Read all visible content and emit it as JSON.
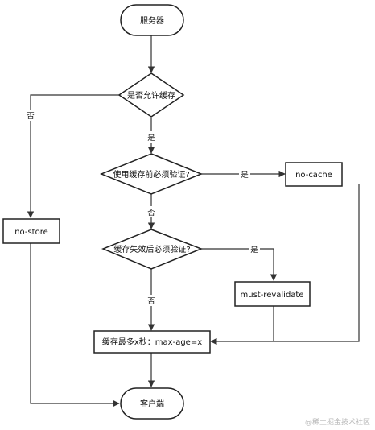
{
  "nodes": {
    "server": "服务器",
    "allow_cache": "是否允许缓存",
    "must_verify_before_use": "使用缓存前必须验证?",
    "must_verify_after_expire": "缓存失效后必须验证?",
    "no_store": "no-store",
    "no_cache": "no-cache",
    "must_revalidate": "must-revalidate",
    "max_age": "缓存最多x秒：max-age=x",
    "client": "客户端"
  },
  "edges": {
    "allow_no": "否",
    "allow_yes": "是",
    "verify_use_yes": "是",
    "verify_use_no": "否",
    "verify_expire_yes": "是",
    "verify_expire_no": "否"
  },
  "watermark": "@稀土掘金技术社区"
}
